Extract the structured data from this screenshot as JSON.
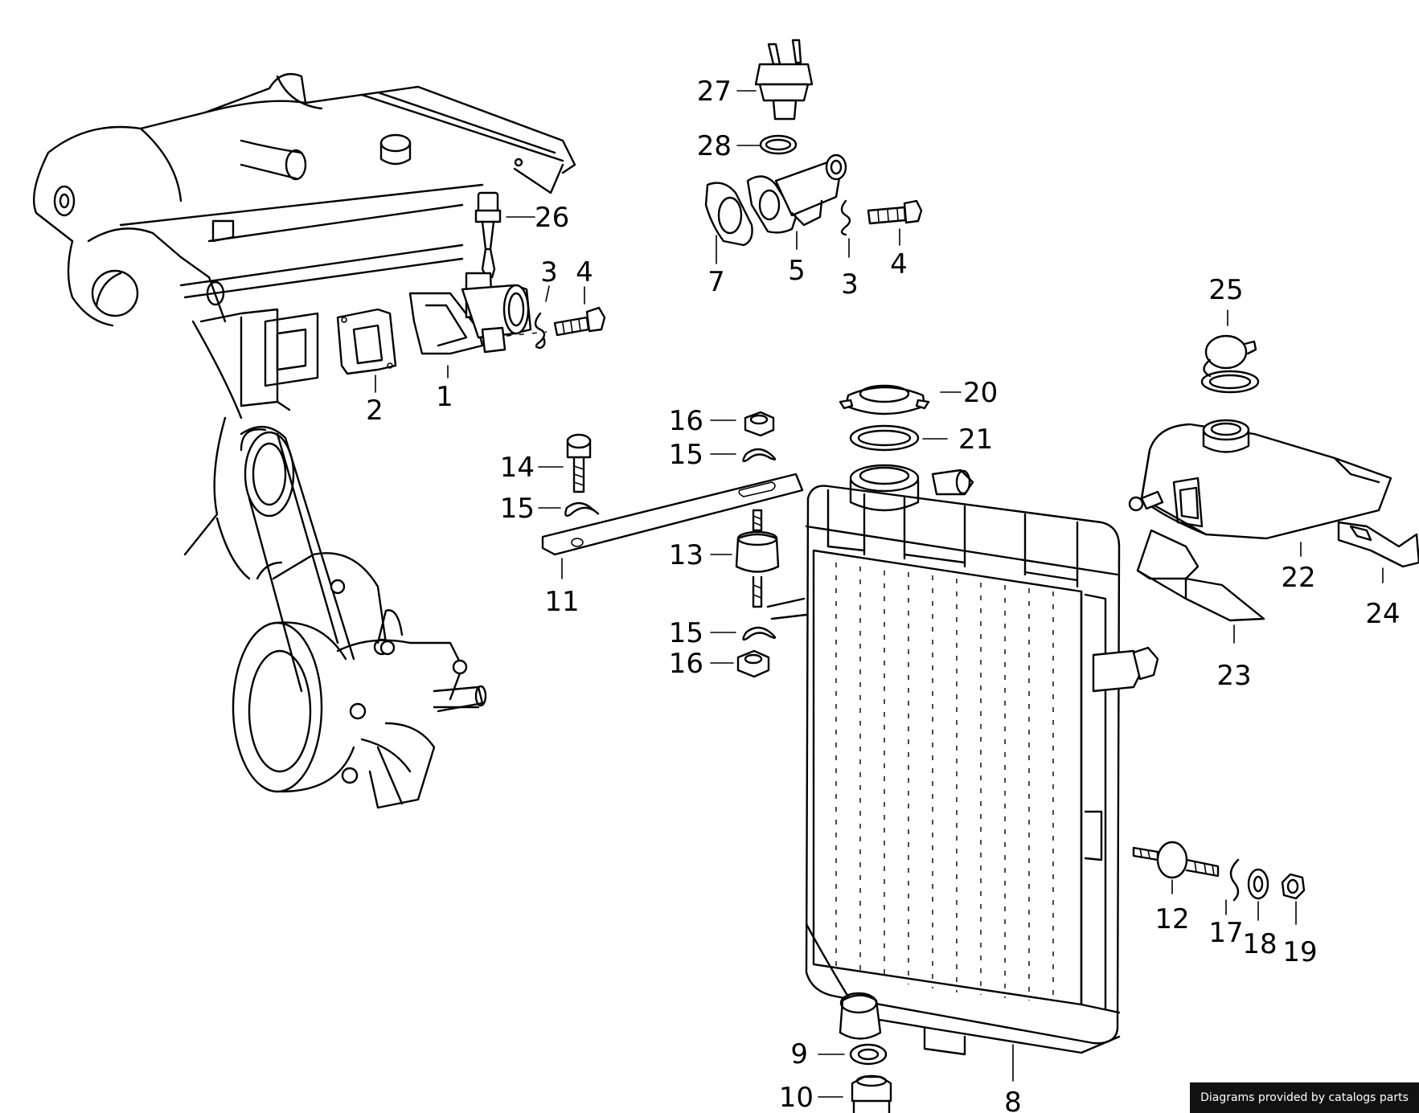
{
  "diagram": {
    "labels": {
      "p1": "1",
      "p2": "2",
      "p3a": "3",
      "p3b": "3",
      "p4a": "4",
      "p4b": "4",
      "p5": "5",
      "p7": "7",
      "p8": "8",
      "p9": "9",
      "p10": "10",
      "p11": "11",
      "p12": "12",
      "p13": "13",
      "p14": "14",
      "p15a": "15",
      "p15b": "15",
      "p15c": "15",
      "p16a": "16",
      "p16b": "16",
      "p17": "17",
      "p18": "18",
      "p19": "19",
      "p20": "20",
      "p21": "21",
      "p22": "22",
      "p23": "23",
      "p24": "24",
      "p25": "25",
      "p26": "26",
      "p27": "27",
      "p28": "28"
    }
  },
  "footer": {
    "credit": "Diagrams provided by catalogs parts"
  }
}
